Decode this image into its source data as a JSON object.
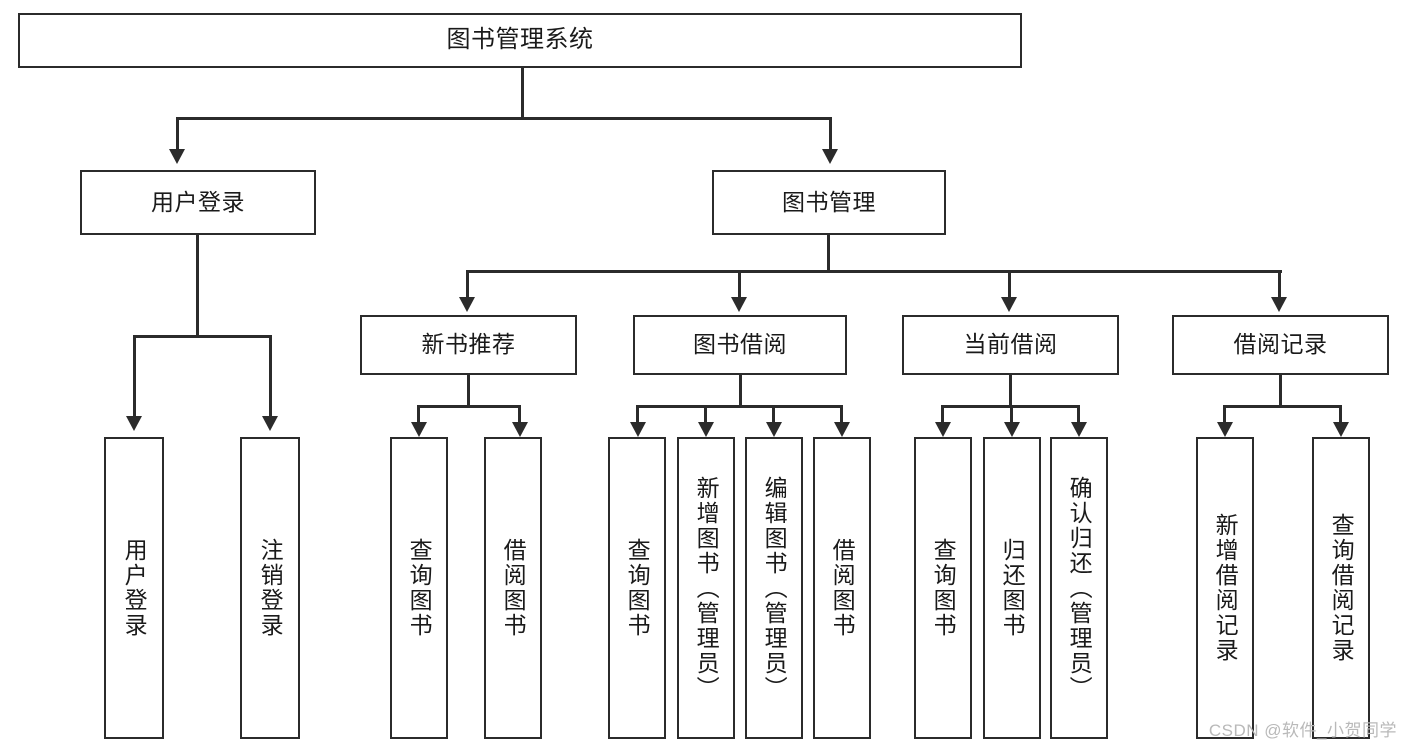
{
  "diagram": {
    "type": "tree-hierarchy",
    "title": "图书管理系统",
    "watermark": "CSDN @软件_小贺同学",
    "colors": {
      "stroke": "#2b2b2b",
      "fill": "#ffffff",
      "text": "#1a1a1a",
      "watermark": "#b9b9b9"
    },
    "root": {
      "label": "图书管理系统"
    },
    "level2": [
      {
        "label": "用户登录"
      },
      {
        "label": "图书管理"
      }
    ],
    "level3": [
      {
        "label": "新书推荐"
      },
      {
        "label": "图书借阅"
      },
      {
        "label": "当前借阅"
      },
      {
        "label": "借阅记录"
      }
    ],
    "leaves": {
      "user_login": [
        {
          "label": "用户登录"
        },
        {
          "label": "注销登录"
        }
      ],
      "new_book_rec": [
        {
          "label": "查询图书"
        },
        {
          "label": "借阅图书"
        }
      ],
      "book_borrow": [
        {
          "label": "查询图书"
        },
        {
          "label": "新增图书（管理员）"
        },
        {
          "label": "编辑图书（管理员）"
        },
        {
          "label": "借阅图书"
        }
      ],
      "current_borrow": [
        {
          "label": "查询图书"
        },
        {
          "label": "归还图书"
        },
        {
          "label": "确认归还（管理员）"
        }
      ],
      "borrow_record": [
        {
          "label": "新增借阅记录"
        },
        {
          "label": "查询借阅记录"
        }
      ]
    }
  }
}
